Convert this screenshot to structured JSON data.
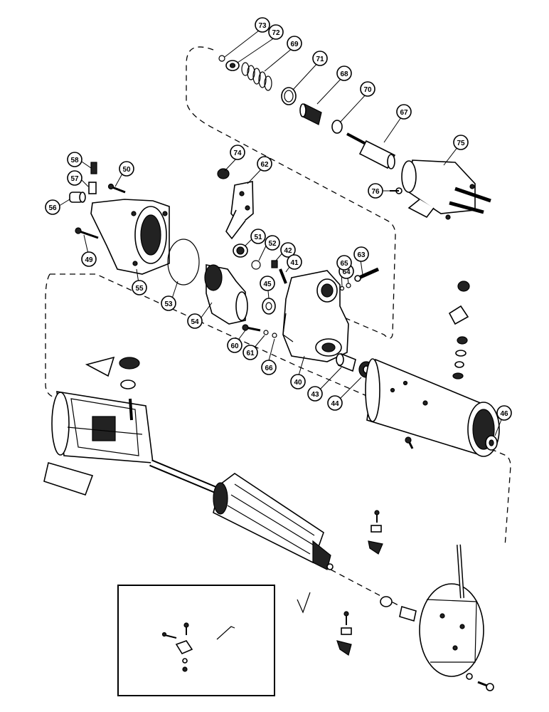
{
  "callouts": [
    "73",
    "72",
    "69",
    "71",
    "68",
    "70",
    "67",
    "75",
    "76",
    "74",
    "62",
    "58",
    "57",
    "50",
    "56",
    "49",
    "55",
    "53",
    "54",
    "51",
    "52",
    "42",
    "41",
    "64",
    "65",
    "63",
    "45",
    "60",
    "61",
    "66",
    "40",
    "43",
    "44",
    "46"
  ]
}
